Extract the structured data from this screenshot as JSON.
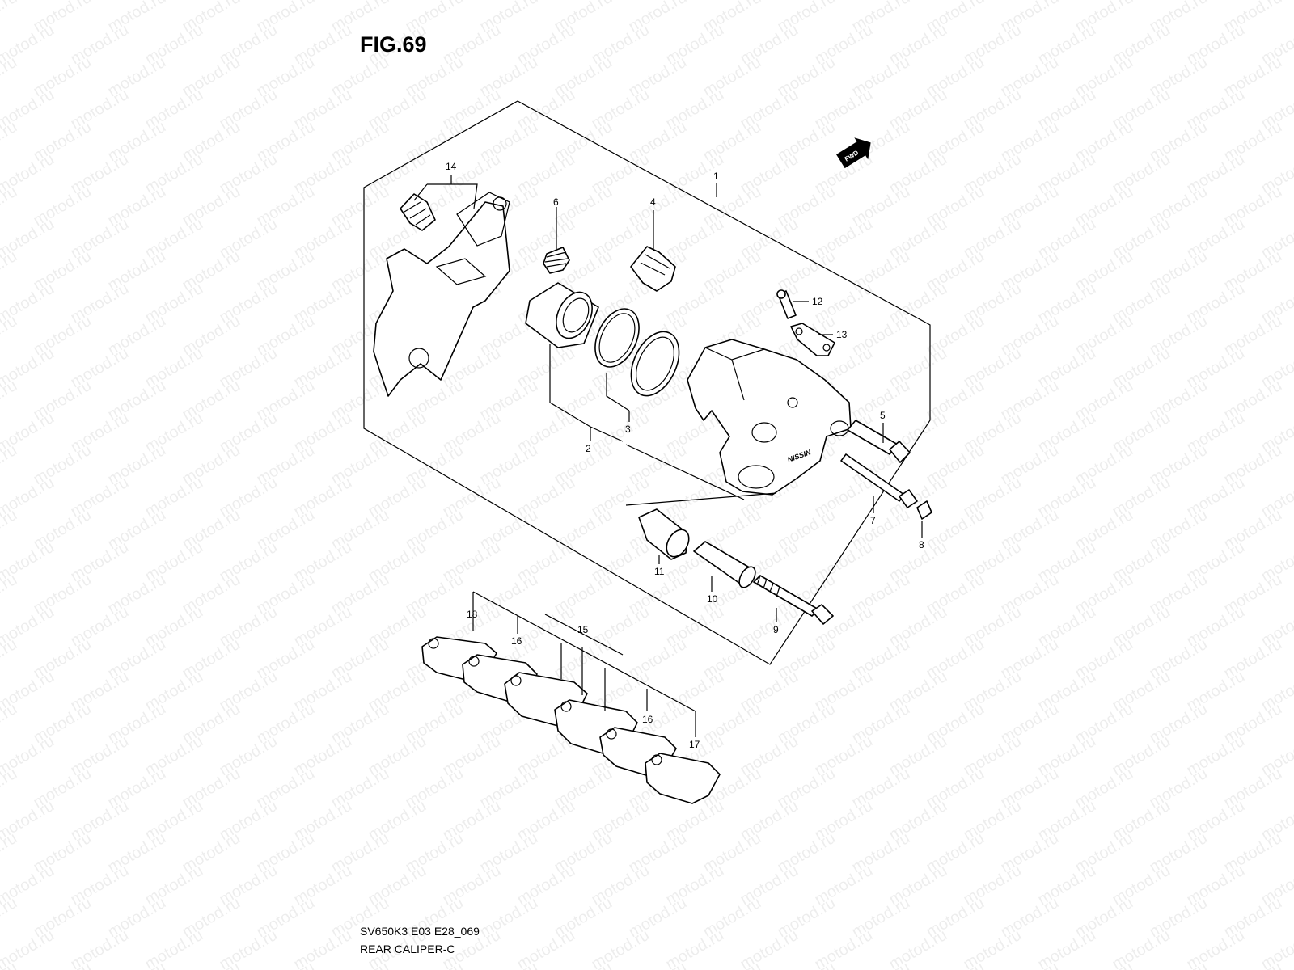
{
  "figure": {
    "title": "FIG.69",
    "model_code": "SV650K3 E03 E28_069",
    "name": "REAR CALIPER-C",
    "watermark": "motod.ru",
    "direction_badge": "FWD",
    "brand_mark": "NISSIN"
  },
  "callouts": [
    {
      "label": "1"
    },
    {
      "label": "2"
    },
    {
      "label": "3"
    },
    {
      "label": "4"
    },
    {
      "label": "5"
    },
    {
      "label": "6"
    },
    {
      "label": "7"
    },
    {
      "label": "8"
    },
    {
      "label": "9"
    },
    {
      "label": "10"
    },
    {
      "label": "11"
    },
    {
      "label": "12"
    },
    {
      "label": "13"
    },
    {
      "label": "14"
    },
    {
      "label": "15"
    },
    {
      "label": "16"
    },
    {
      "label": "16"
    },
    {
      "label": "17"
    },
    {
      "label": "18"
    }
  ]
}
